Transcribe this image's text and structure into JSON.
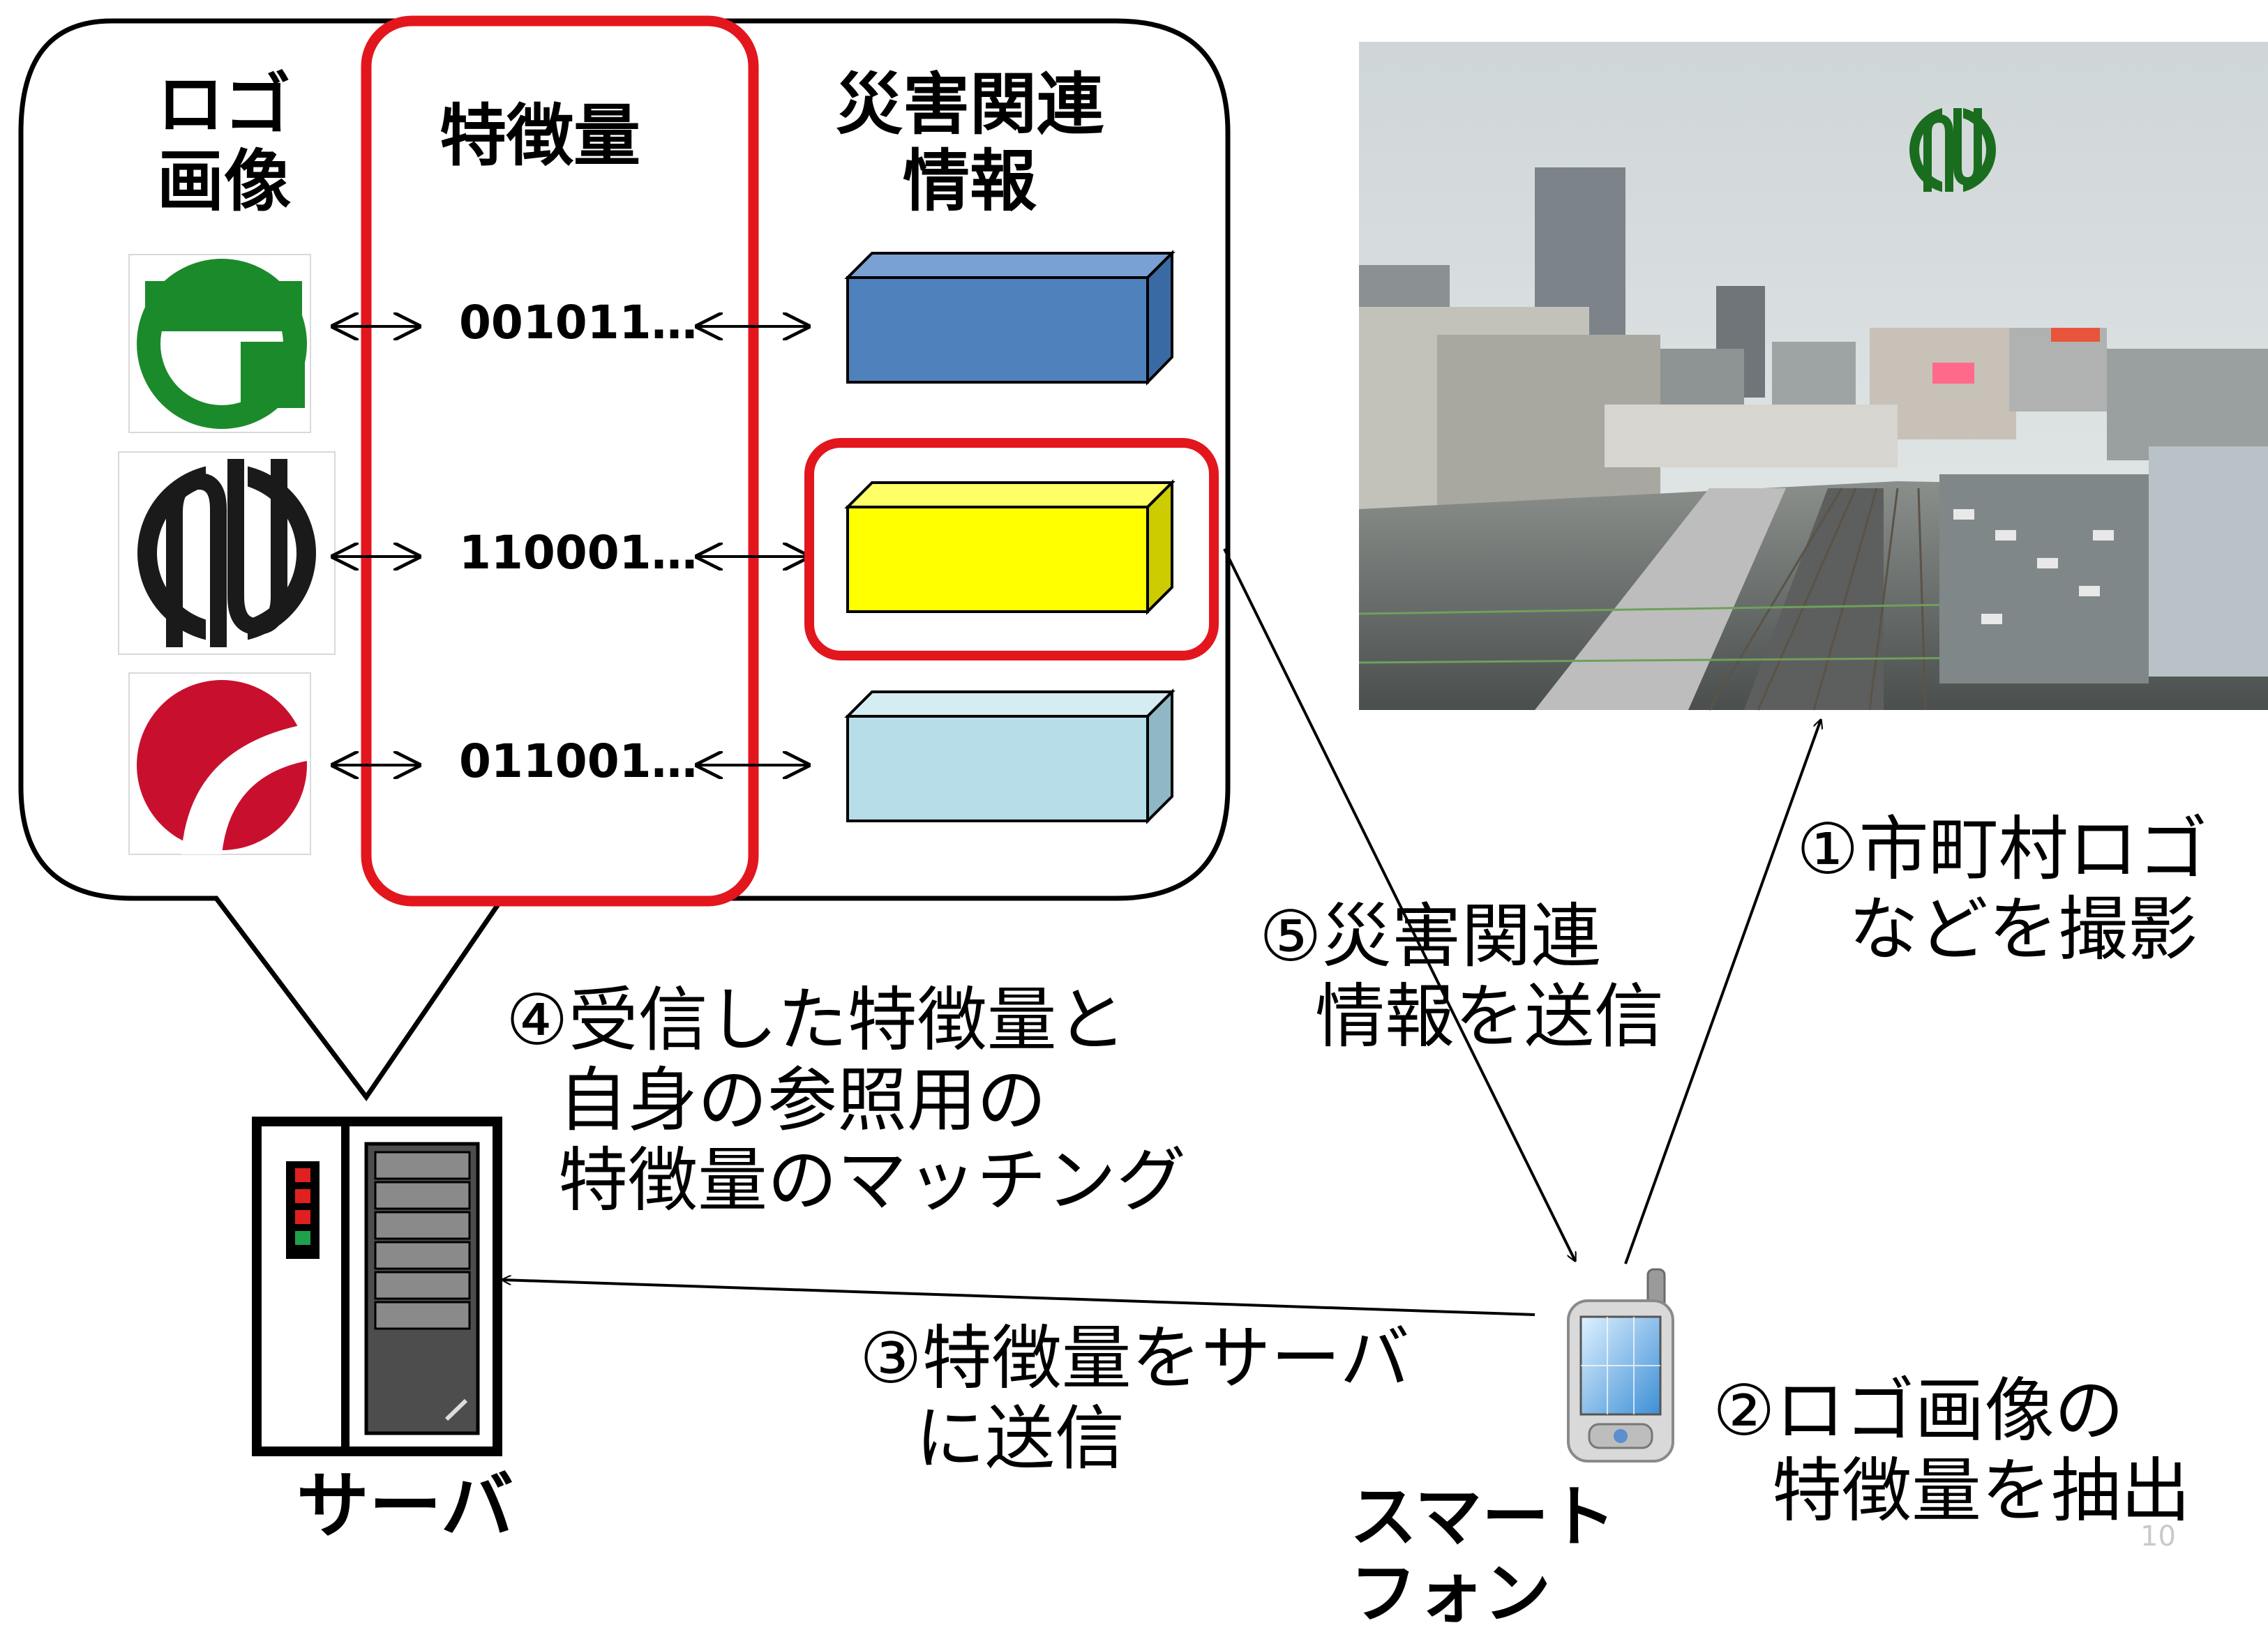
{
  "headers": {
    "logo_image": [
      "ロゴ",
      "画像"
    ],
    "feature": "特徴量",
    "disaster_info": [
      "災害関連",
      "情報"
    ]
  },
  "codes": [
    "001011…",
    "110001…",
    "011001…"
  ],
  "photo_logo_icon": "municipal-logo-icon",
  "steps": {
    "s1": [
      "①市町村ロゴ",
      "などを撮影"
    ],
    "s2": [
      "②ロゴ画像の",
      "特徴量を抽出"
    ],
    "s3": [
      "③特徴量をサーバ",
      "に送信"
    ],
    "s4": [
      "④受信した特徴量と",
      "自身の参照用の",
      "特徴量のマッチング"
    ],
    "s5": [
      "⑤災害関連",
      "情報を送信"
    ]
  },
  "labels": {
    "server": "サーバ",
    "smartphone": [
      "スマート",
      "フォン"
    ]
  },
  "page_number": "10",
  "colors": {
    "highlight_red": "#e3161d",
    "logo_green": "#1b8a2a",
    "logo_red": "#c8102e",
    "box_blue": "#4f81bd",
    "box_yellow": "#ffff00",
    "box_lightblue": "#b7dde8"
  }
}
